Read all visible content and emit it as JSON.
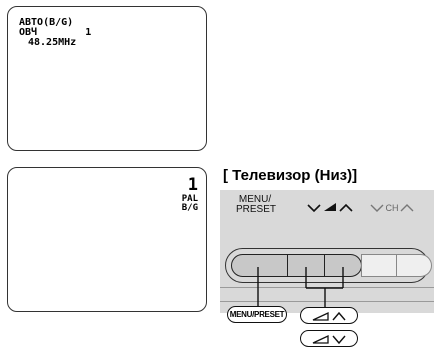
{
  "screen1": {
    "mode": "ABTO(B/G)",
    "band": "OBЧ        1",
    "freq": "48.25MHz"
  },
  "screen2": {
    "channel": "1",
    "color_system": "PAL",
    "sound_system": "B/G"
  },
  "panel": {
    "title": "[ Телевизор (Низ)]",
    "menu_label_line1": "MENU/",
    "menu_label_line2": "PRESET",
    "vol_label_icons": "volume-down-up",
    "ch_label": "CH"
  },
  "callouts": {
    "menu": "MENU/PRESET"
  },
  "icons": {
    "volume": "volume-triangle-icon",
    "up": "chevron-up-icon",
    "down": "chevron-down-icon"
  }
}
